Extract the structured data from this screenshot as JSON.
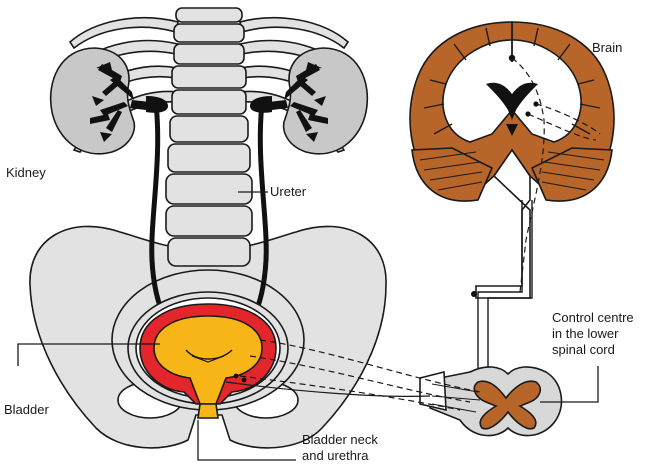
{
  "labels": {
    "kidney": "Kidney",
    "ureter": "Ureter",
    "brain": "Brain",
    "bladder": "Bladder",
    "bladder_neck_line1": "Bladder neck",
    "bladder_neck_line2": "and urethra",
    "control_line1": "Control centre",
    "control_line2": "in the lower",
    "control_line3": "spinal cord"
  },
  "colors": {
    "bone": "#e2e2e2",
    "kidney": "#c8c8c8",
    "brain_cortex": "#b8652a",
    "bladder_wall": "#e3262b",
    "urine": "#f7b518",
    "outline": "#1a1a1a"
  }
}
